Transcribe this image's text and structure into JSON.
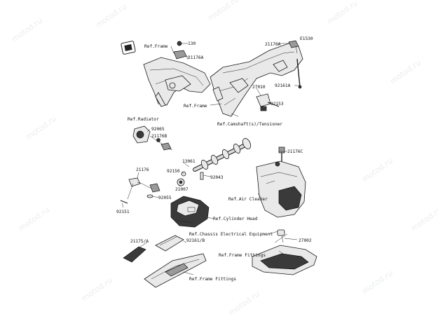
{
  "diagram_code": "E1530",
  "watermark": "motod.ru",
  "labels": {
    "p130": "130",
    "p21176a_top": "21176A",
    "ref_frame_top": "Ref.Frame",
    "p21176a_right": "21176A",
    "p92161a": "92161A",
    "p27010": "27010",
    "p92153": "92153",
    "ref_frame_mid": "Ref.Frame",
    "ref_camshaft": "Ref.Camshaft(s)/Tensioner",
    "ref_radiator": "Ref.Radiator",
    "p92065": "92065",
    "p21176b": "21176B",
    "p21176c": "21176C",
    "p13061": "13061",
    "p92150": "92150",
    "p92043": "92043",
    "p21176": "21176",
    "p21007": "21007",
    "p92055": "92055",
    "ref_air_cleaner": "Ref.Air Cleaner",
    "p92151": "92151",
    "ref_cyl_head": "Ref.Cylinder Head",
    "ref_chassis_elec": "Ref.Chassis Electrical Equipment",
    "p21175a": "21175/A",
    "p92161b": "92161/B",
    "p27002": "27002",
    "ref_frame_fittings_r": "Ref.Frame Fittings",
    "ref_frame_fittings_b": "Ref.Frame Fittings"
  }
}
